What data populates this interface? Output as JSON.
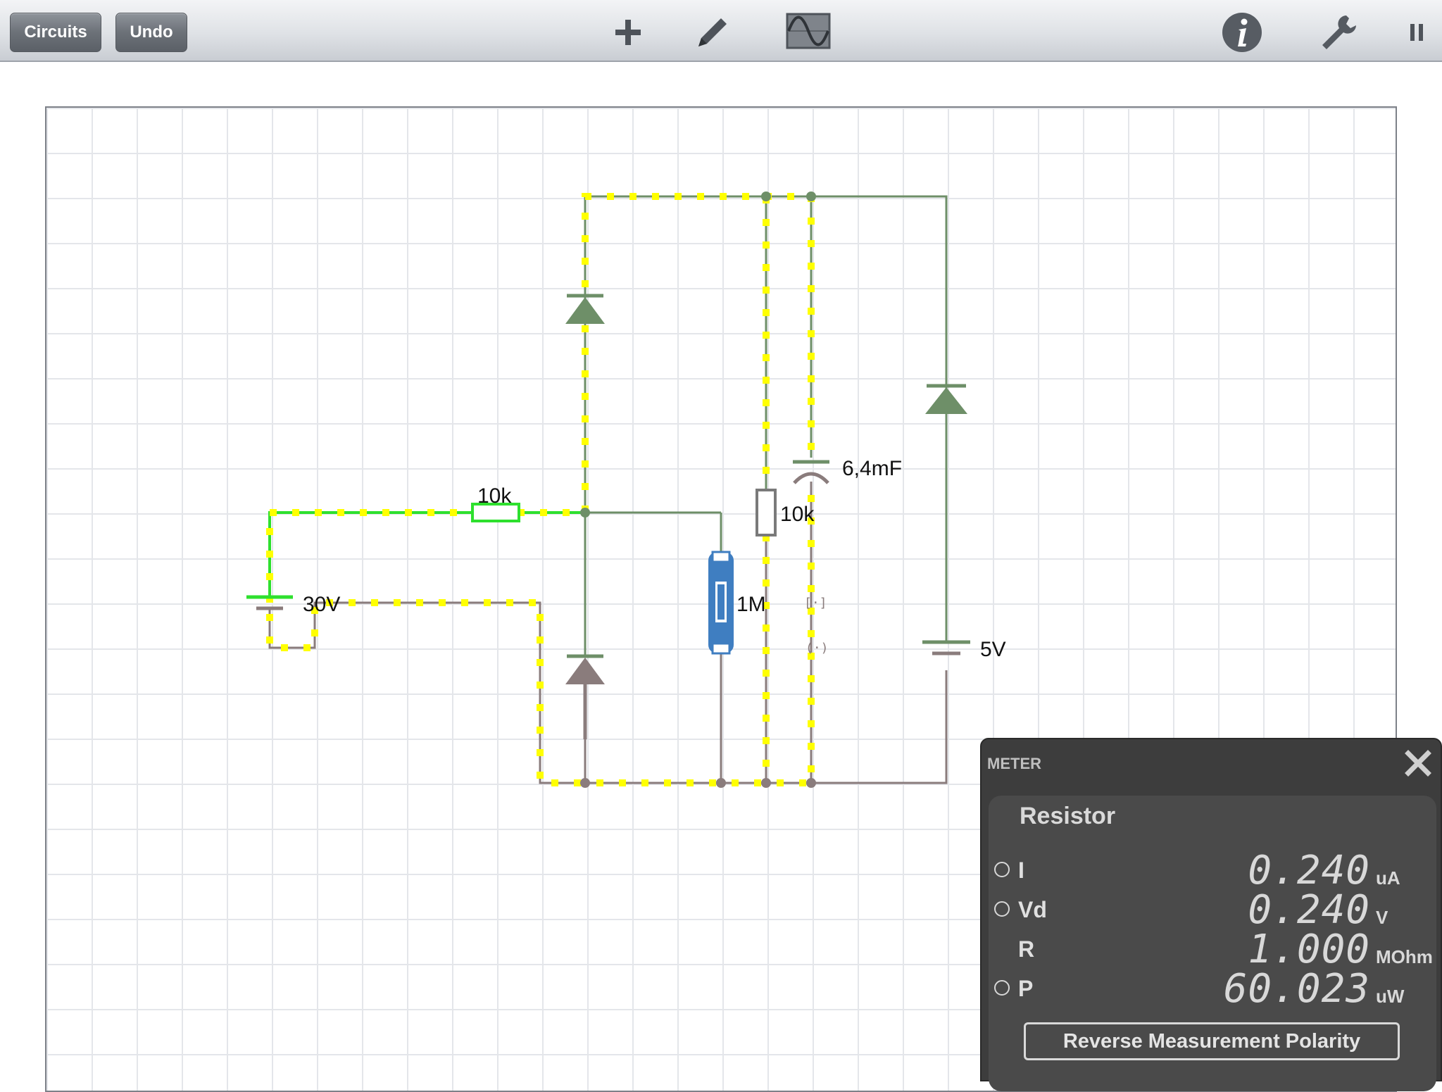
{
  "toolbar": {
    "circuits_label": "Circuits",
    "undo_label": "Undo",
    "icons": [
      "plus-icon",
      "pencil-icon",
      "oscilloscope-icon",
      "info-icon",
      "wrench-icon",
      "pause-icon"
    ]
  },
  "circuit": {
    "labels": {
      "r_left": "10k",
      "source_left": "30V",
      "r_right": "10k",
      "capacitor": "6,4mF",
      "r_selected": "1M",
      "source_right": "5V"
    },
    "colors": {
      "wire_live": "#6e8f68",
      "wire_ground": "#8a7c7c",
      "current_dot": "#ffff00",
      "highlight": "#2ee02e",
      "selected": "#3f7ec1"
    }
  },
  "meter": {
    "title": "METER",
    "component": "Resistor",
    "rows": [
      {
        "label": "I",
        "value": "0.240",
        "unit": "uA",
        "has_radio": true
      },
      {
        "label": "Vd",
        "value": "0.240",
        "unit": "V",
        "has_radio": true
      },
      {
        "label": "R",
        "value": "1.000",
        "unit": "MOhm",
        "has_radio": false
      },
      {
        "label": "P",
        "value": "60.023",
        "unit": "uW",
        "has_radio": true
      }
    ],
    "reverse_label": "Reverse Measurement Polarity"
  }
}
